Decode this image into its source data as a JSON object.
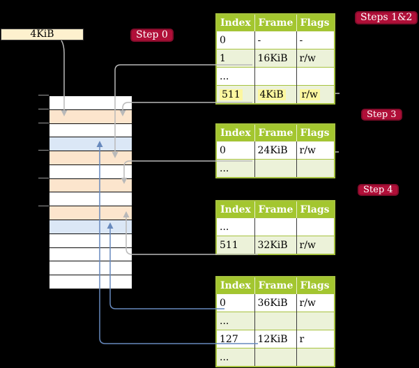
{
  "colors": {
    "badge-red": "#b00f38",
    "badge-border": "#850c2b",
    "header-green": "#a3c62f",
    "table-border": "#a6c23e",
    "row-green": "#ecf2d9",
    "row-orange": "#fce5cd",
    "row-blue": "#dbe7f6",
    "cream": "#fdf1ce",
    "highlight-yellow": "#fcf7a0",
    "arrow-gray": "#b9b9b9",
    "arrow-blue": "#6789bd"
  },
  "frame_label": "4KiB",
  "badges": {
    "step0": "Step 0",
    "steps12": "Steps 1&2",
    "step3": "Step 3",
    "step4": "Step 4"
  },
  "memory": {
    "rows": [
      "white",
      "orange",
      "white",
      "blue",
      "orange",
      "white",
      "orange",
      "white",
      "orange",
      "blue",
      "white",
      "white",
      "white",
      "white"
    ]
  },
  "tables": [
    {
      "headers": [
        "Index",
        "Frame",
        "Flags"
      ],
      "rows": [
        [
          "0",
          "-",
          "-"
        ],
        [
          "1",
          "16KiB",
          "r/w"
        ],
        [
          "...",
          "",
          ""
        ],
        [
          "511",
          "4KiB",
          "r/w"
        ]
      ]
    },
    {
      "headers": [
        "Index",
        "Frame",
        "Flags"
      ],
      "rows": [
        [
          "0",
          "24KiB",
          "r/w"
        ],
        [
          "...",
          "",
          ""
        ]
      ]
    },
    {
      "headers": [
        "Index",
        "Frame",
        "Flags"
      ],
      "rows": [
        [
          "...",
          "",
          ""
        ],
        [
          "511",
          "32KiB",
          "r/w"
        ]
      ]
    },
    {
      "headers": [
        "Index",
        "Frame",
        "Flags"
      ],
      "rows": [
        [
          "0",
          "36KiB",
          "r/w"
        ],
        [
          "...",
          "",
          ""
        ],
        [
          "127",
          "12KiB",
          "r"
        ],
        [
          "...",
          "",
          ""
        ]
      ]
    }
  ]
}
